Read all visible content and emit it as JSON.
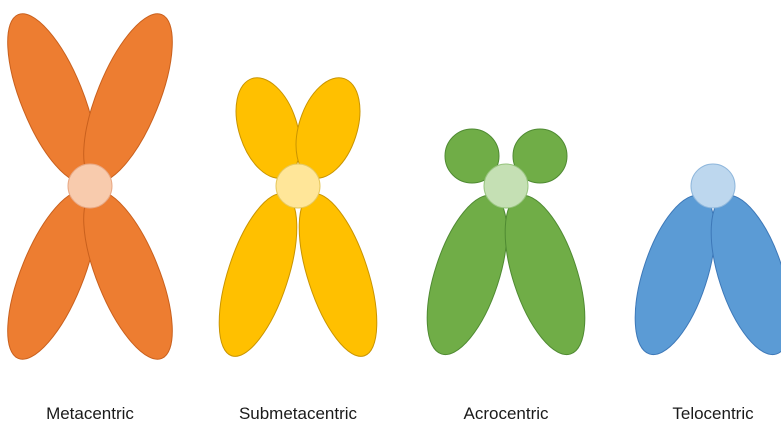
{
  "chromosomes": [
    {
      "label": "Metacentric",
      "arm_color": "#ED7D31",
      "centromere_color": "#F8CBAD"
    },
    {
      "label": "Submetacentric",
      "arm_color": "#FFC000",
      "centromere_color": "#FFE699"
    },
    {
      "label": "Acrocentric",
      "arm_color": "#70AD47",
      "centromere_color": "#C5E0B4"
    },
    {
      "label": "Telocentric",
      "arm_color": "#5B9BD5",
      "centromere_color": "#BDD7EE"
    }
  ]
}
